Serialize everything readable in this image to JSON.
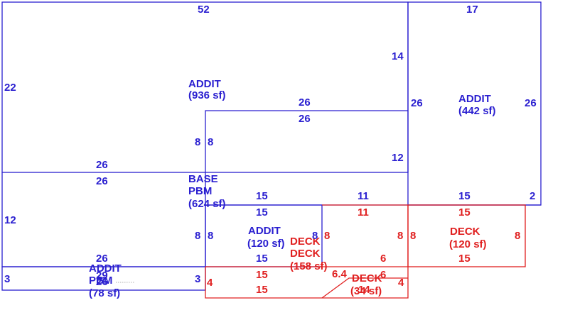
{
  "colors": {
    "structure": "#2a1fd0",
    "deck": "#e02020",
    "background": "#ffffff"
  },
  "areas": {
    "addit_main": {
      "name": "ADDIT",
      "area": "(936 sf)"
    },
    "addit_right": {
      "name": "ADDIT",
      "area": "(442 sf)"
    },
    "base": {
      "name1": "BASE",
      "name2": "PBM",
      "area": "(624 sf)"
    },
    "addit_small": {
      "name": "ADDIT",
      "area": "(120 sf)"
    },
    "addit_bottom": {
      "name1": "ADDIT",
      "name2": "PBM",
      "area": "(78 sf)"
    },
    "deck_158": {
      "name1": "DECK",
      "name2": "DECK",
      "area": "(158 sf)"
    },
    "deck_right": {
      "name": "DECK",
      "area": "(120 sf)"
    },
    "deck_34": {
      "name": "DECK",
      "area": "(34 sf)"
    }
  },
  "dims_blue": {
    "top_52": "52",
    "top_17": "17",
    "left_22": "22",
    "right_14": "14",
    "inner_26a": "26",
    "inner_26b": "26",
    "right_26a": "26",
    "right_26b": "26",
    "step_8a": "8",
    "step_8b": "8",
    "right_12": "12",
    "base_26a": "26",
    "base_26b": "26",
    "base_12": "12",
    "small_15a": "15",
    "small_15b": "15",
    "small_8a": "8",
    "small_8b": "8",
    "small_8c": "8",
    "small_15c": "15",
    "mid_11": "11",
    "right_15": "15",
    "right_2": "2",
    "bottom_26": "26",
    "bottom_3a": "3",
    "bottom_3b": "3",
    "bottom_29": "29",
    "bottom_26b": "26"
  },
  "dims_red": {
    "deck_11": "11",
    "deck_15a": "15",
    "deck_8a": "8",
    "deck_8b": "8",
    "deck_8c": "8",
    "deck_8d": "8",
    "deck_15b": "15",
    "deck_6a": "6",
    "deck_6b": "6",
    "deck_15c": "15",
    "deck_15d": "15",
    "deck_4a": "4",
    "deck_4b": "4",
    "deck_64": "6.4",
    "deck_14": "14"
  }
}
